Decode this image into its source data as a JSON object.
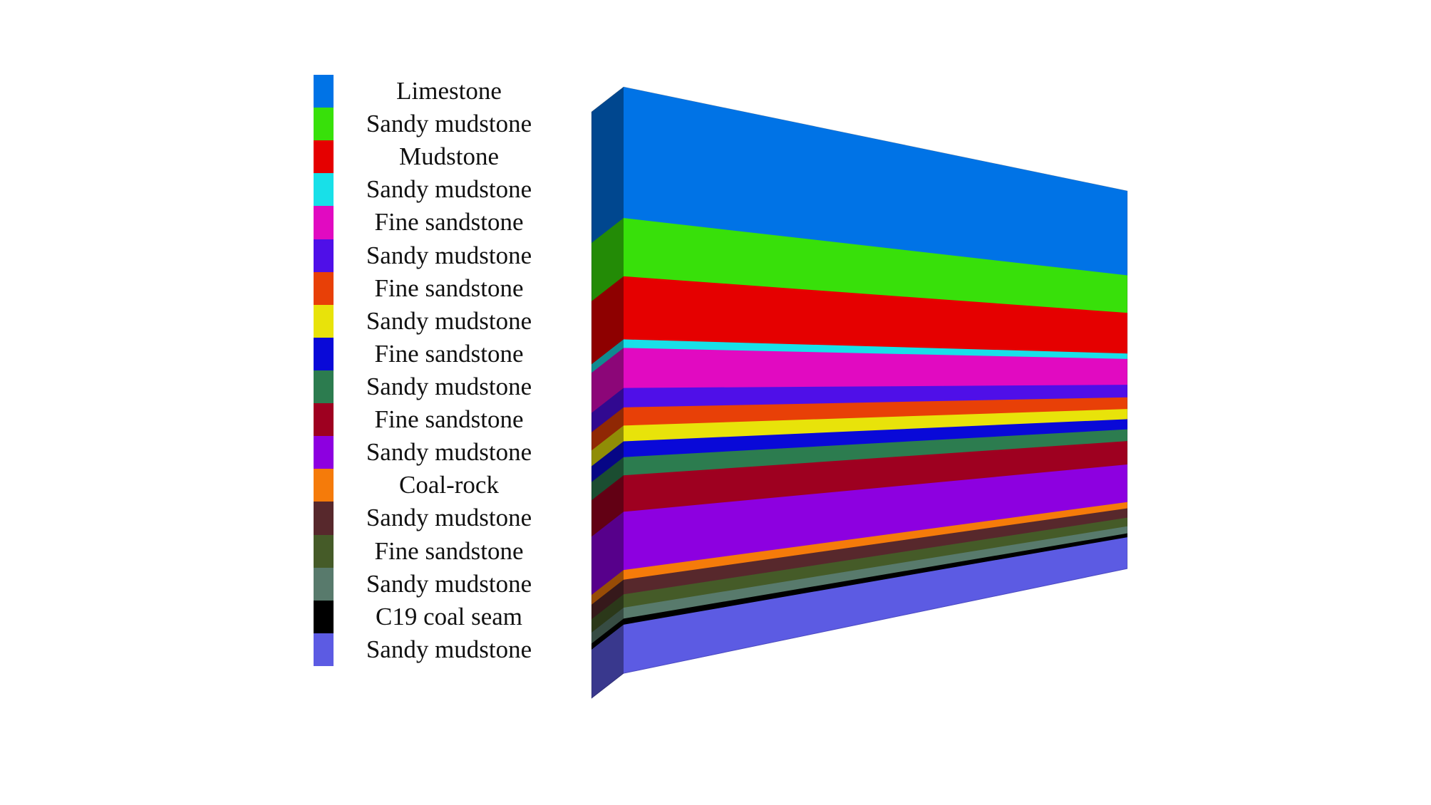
{
  "layers": [
    {
      "name": "Limestone",
      "color": "#0073e6",
      "thickness": 10.8
    },
    {
      "name": "Sandy mudstone",
      "color": "#38e00a",
      "thickness": 4.8
    },
    {
      "name": "Mudstone",
      "color": "#e50000",
      "thickness": 5.2
    },
    {
      "name": "Sandy mudstone",
      "color": "#18e0e8",
      "thickness": 0.7
    },
    {
      "name": "Fine sandstone",
      "color": "#e10ac1",
      "thickness": 3.3
    },
    {
      "name": "Sandy mudstone",
      "color": "#4f0fe8",
      "thickness": 1.6
    },
    {
      "name": "Fine sandstone",
      "color": "#e84007",
      "thickness": 1.5
    },
    {
      "name": "Sandy mudstone",
      "color": "#e8e30a",
      "thickness": 1.3
    },
    {
      "name": "Fine sandstone",
      "color": "#0909d8",
      "thickness": 1.3
    },
    {
      "name": "Sandy mudstone",
      "color": "#2c7c4f",
      "thickness": 1.5
    },
    {
      "name": "Fine sandstone",
      "color": "#9e0020",
      "thickness": 3.0
    },
    {
      "name": "Sandy mudstone",
      "color": "#8d00e0",
      "thickness": 4.8
    },
    {
      "name": "Coal-rock",
      "color": "#f57b0a",
      "thickness": 0.8
    },
    {
      "name": "Sandy mudstone",
      "color": "#57282c",
      "thickness": 1.2
    },
    {
      "name": "Fine sandstone",
      "color": "#455b28",
      "thickness": 1.1
    },
    {
      "name": "Sandy mudstone",
      "color": "#587a6c",
      "thickness": 0.9
    },
    {
      "name": "C19 coal seam",
      "color": "#000000",
      "thickness": 0.5
    },
    {
      "name": "Sandy mudstone",
      "color": "#5c5be3",
      "thickness": 4.0
    }
  ]
}
